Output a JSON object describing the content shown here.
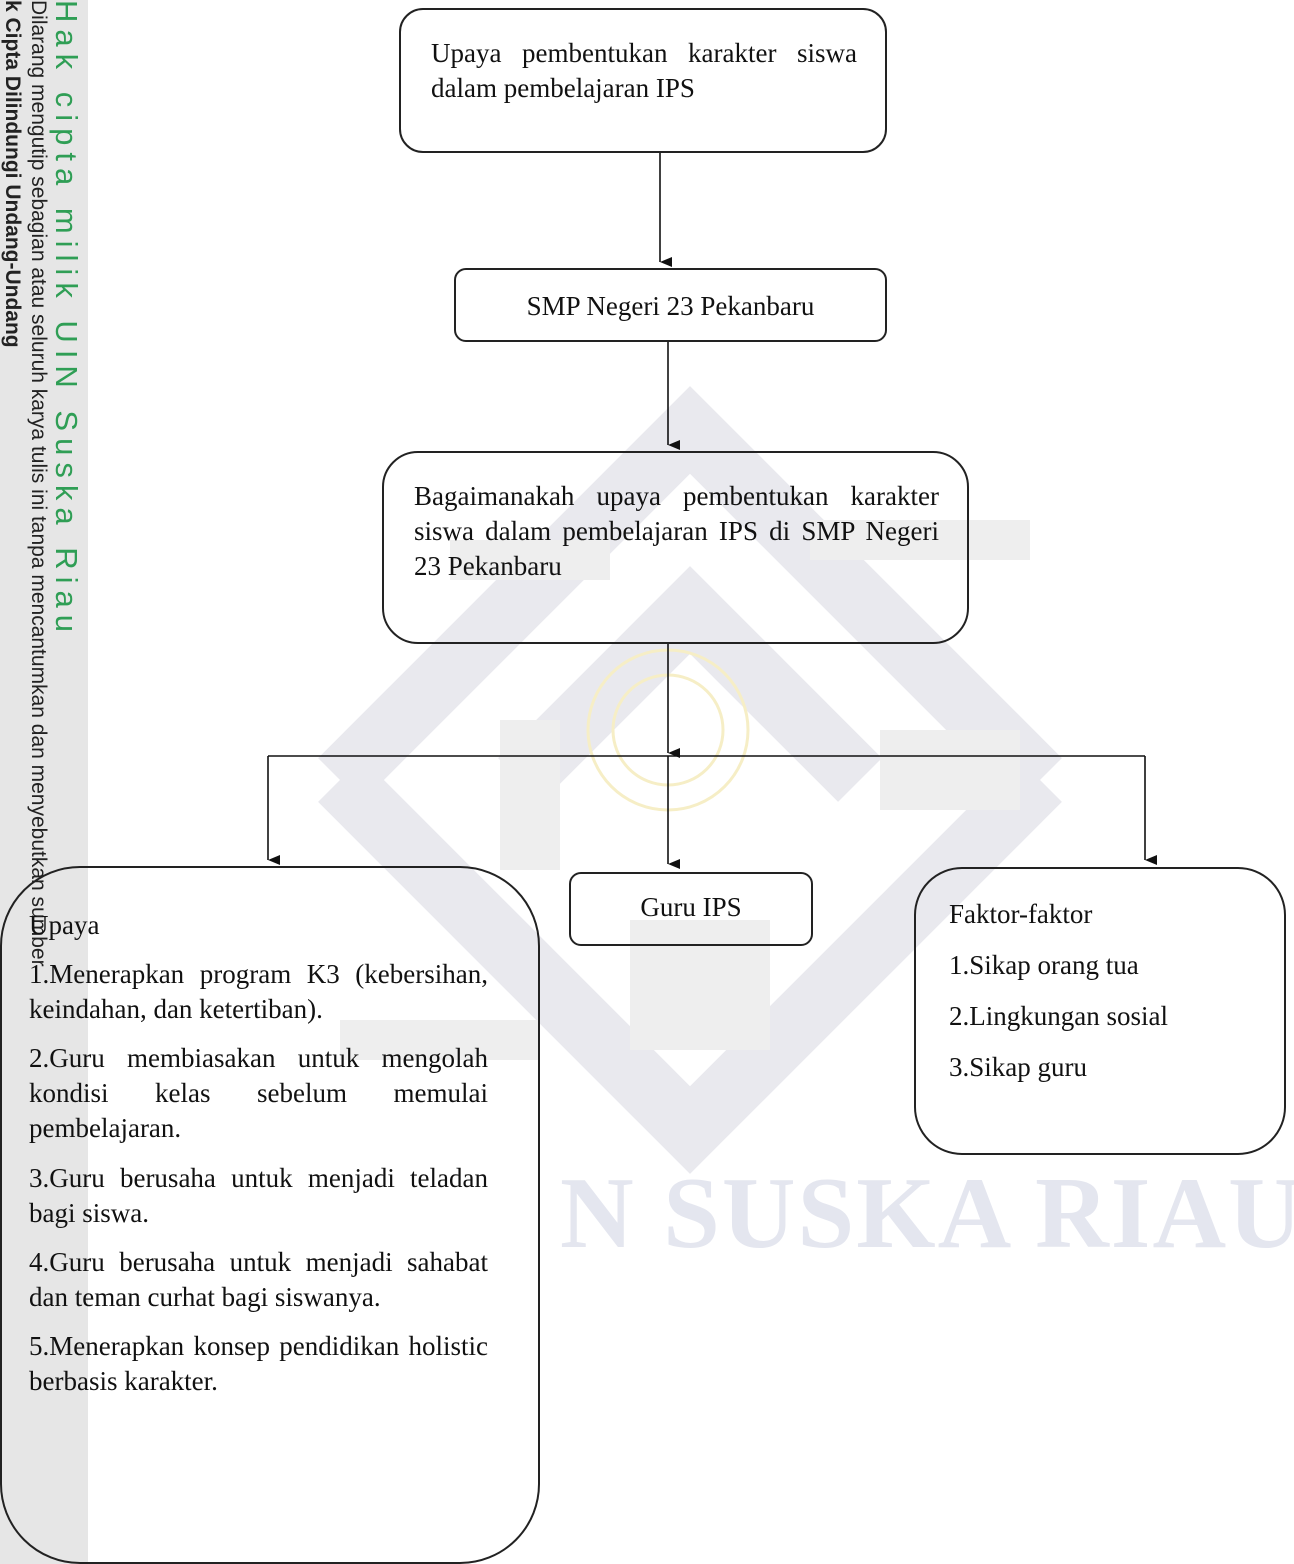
{
  "sidebar": {
    "brand": "Hak cipta milik UIN Suska Riau",
    "copyright_title": "k Cipta Dilindungi Undang-Undang",
    "notice": "Dilarang mengutip sebagian atau seluruh karya tulis ini tanpa mencantumkan dan menyebutkan sumber"
  },
  "watermark": {
    "text": "N SUSKA RIAU",
    "color": "#e4e6ef"
  },
  "diagram": {
    "top": "Upaya pembentukan karakter siswa dalam pembelajaran IPS",
    "school": "SMP Negeri 23 Pekanbaru",
    "question": "Bagaimanakah upaya pembentukan karakter siswa dalam pembelajaran IPS di SMP Negeri 23 Pekanbaru",
    "upaya": {
      "title": "Upaya",
      "items": [
        "1.Menerapkan program K3 (kebersihan, keindahan, dan ketertiban).",
        "2.Guru membiasakan untuk mengolah kondisi kelas sebelum memulai pembelajaran.",
        "3.Guru berusaha untuk menjadi teladan bagi siswa.",
        "4.Guru berusaha untuk menjadi sahabat dan teman curhat bagi siswanya.",
        "5.Menerapkan konsep pendidikan holistic berbasis karakter."
      ]
    },
    "guru": "Guru IPS",
    "faktor": {
      "title": "Faktor-faktor",
      "items": [
        "1.Sikap orang tua",
        "2.Lingkungan sosial",
        "3.Sikap guru"
      ]
    }
  }
}
